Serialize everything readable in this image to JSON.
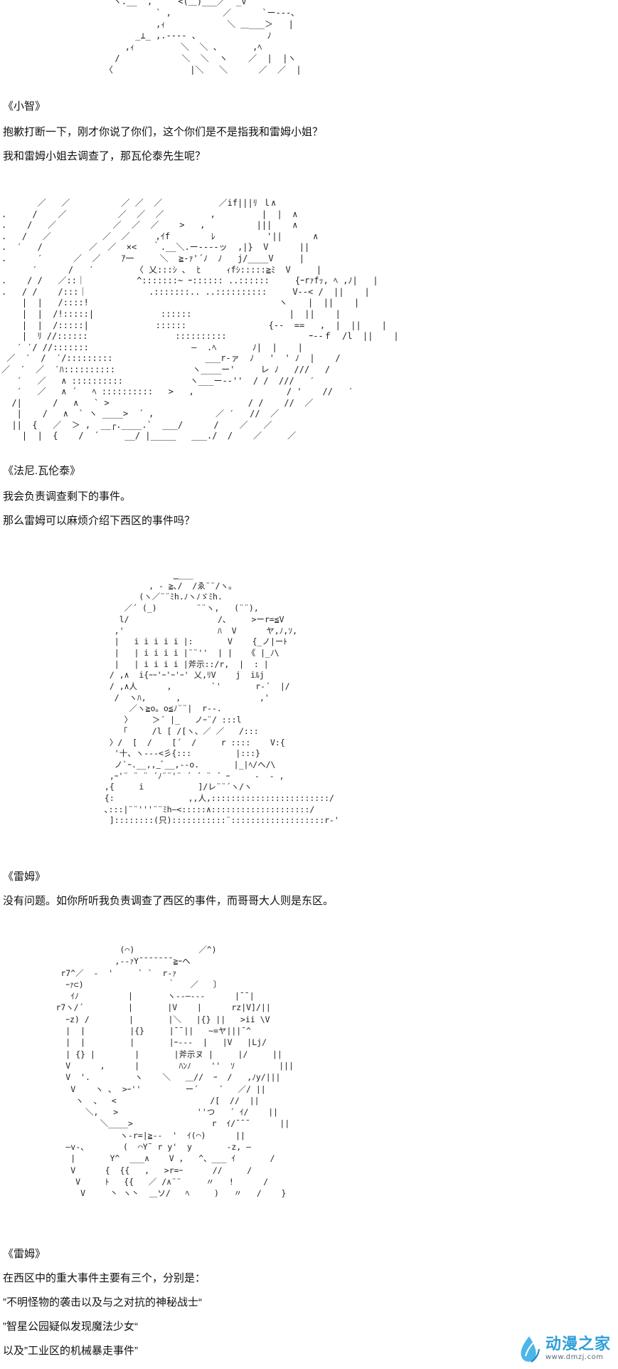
{
  "aa_art": {
    "top": "    ￣ヽ.__ ’,     <(＿)___／  _V´￣\n              ` ,          ／      `ー---､\n              ,ｨ            ＼ ＿___＞   |\n          _⊥_ ,.---- 、             ﾉ\n        ,ｨ         ＼  ＼ 、      ,ﾍ\n      /            ＼  ＼  ヽ    ／  |  |ヽ\n    〈               |＼   ＼      ／  ／  |",
    "mid1": "       ／   ／          ／ ／  ／           ／if|||ﾘ ｌ∧\n.     /    ／          ／  ／  ／         ,         |  |  ∧\n.    /   ／           ／  ／  ／    >   ,          |||    ∧\n.   /   ／          ／  ／     ,ｲf        ﾚ          '||      ∧\n.  ′   /         ／  ／  ×<   ｀.__＼.ー----ッ  ,|}  V      ||\n.      ′      ／  ／    ｱ一     ＼  ≧-ｧ'´ﾉ  ﾉ   j/____V     |\n      ′      /   ′        〈 乂:::ｼ ､  ﾋ     ｨfｼ:::::≧ﾐ  V     |\n.    / /   ／::｜          ^:::::::~ ｰ:::::: ..::::::     {ｰrｧfｯ, ﾍ ,ﾉ|   |\n.   / /    /:::｜            .:::::::.. ..::::::::::     V-‐< /  ||    |\n    |  |   /::::!                                     ヽ    |  ||    |\n    |  |  /!:::::|             ::::::                   |  ||    |\n    |  |  /:::::|             ::::::                {--  ==   ,  |  ||    |\n    |  ﾘ //::::::                 ::::::::::                ｰ--ｆ  /l  ||    |\n   ′ ′/ //:::::::                    ―  .ﾍ       ﾉ|  |    |\n ／  ′  /  ′/:::::::::                  ___r-ァ  ﾉ   '  ' ﾉ  |    /\n／  ′  ／  ′ﾊ::::::::::               ヽ____ー'     レ ﾉ   ///   /\n   ′   ／   ∧ ::::::::::             ヽ___ー--''  / /  ///   ′\n   ′   ／   ∧ ´   ﾍ ::::::::::   >   ,                  / '    //   ′\n  /|      /   ∧   ` >                           / /    //  ／\n   |    /   ∧  ` ヽ ____>  ´ ,            ／ ′   //  ／\n  ||  {   ／  ＞ ,  __┌.____.`  ___/      /    ／   ／\n    |  |  {    /  ´     __/ |_____   ___./  /    ／     ／",
    "mid2": "               ‗___\n          , ‐ ≧､/  /ゑ¨¨/ヽ。\n        (ヽ／¨¨ﾐh.ﾉヽﾉゞﾐh.\n     ／´ (_)        ¨¨ヽ,   (¨¨),\n    l/                  /､     >ーr=≦V\n   ,'                   ﾊ  V      ヤ,ﾉ,ｿ,\n   |   i i i i i |:       V    {_ノ|ーﾄ\n   |   | i i i i |¨¨''  | |   《 |_ﾉ\\\n   |   | i i i i |斧示::/r,  |  : |\n  / ,∧  i{ｰｰ'ｰ'ｰ'ｰ' 乂,ﾘV    j  iﾙj\n  / ,∧人      ,        `'       r-´  |/\n   /  ヽﾊ,      ,                ,'\n      ／ヽ≧o。o≦ﾉ¨¨|  r-‐.\n     〉    ＞´ |_   ノｰ¨/ :::l\n    「     /l [ /[ヽ、／ ／   /:::\n  〉/  [  /    [´  /     r ::::    V:{\n   '十、ヽ--‐<彡{:::         |:::}\n   ノ`ｰ.__,,_ﾞ__,--o.       |_|ﾍ/ヘ/\\\n  ,ｰ'¨ ¨ ¨ ´ﾉ¨¨'¨ ´ ´ ¨ ´ ｰ     -  - ,\n ,{     i           ]/レ¨¨´ヽ/ヽ\n {:               ,,人,::::::::::::::::::::::::/\n ､:::|¨¨'''¨¨ﾐh―<:::::∧::::::::::::::::::::/\n  ]::::::::(只):::::::::::¨:::::::::::::::::::r-'",
    "bot": "                    (⌒)             ／^)\n                   ,‐-ｧY¯¯¯¯¯¯¯≧ｰヘ\n        r7^／  ‐  '     ` `  r-ｧ\n         ｰｧ⊂)                 ｀   ／   〕\n          ｲﾉ          |       ヽ--―‐‐‐      |¯¯|\n       r7ヽ/´         |       |V    |      rz|V]/||\n         ｰz) /        |       |＼   |{} ||   >ii \\V\n         |  |         |{}     |¯¯||   ~=ヤ|||¯^\n         |  |         |       |ｰ‐‐‐  |   |V   |Lj/\n         | {} |        |       |斧示ヌ |     |/     ||\n         V      ,      |        ﾊﾝﾉ    ''  ｿ         |||\n         V  '.         ヽ    ＼   ＿//  ｰ  /   ,ﾉy/|||\n          V    ヽ ､  >ｰ''         ー´    ´   ／/ ||\n           ヽ  、  <                   /[  //  ||\n             ＼,   >                ''つ   ´ ｲ/    ||\n                ＼____>                r  ｲ/¯¯¯      ||\n                    ヽ‐r=|≧--  '  ｲ(⌒)      ||\n         ―v-、       (  ⌒Y¯ r y'  y       -z, ―\n          |       Y^  ___∧    V ,   ^、___ ｲ       /\n          V      {  {{   ,   >r=ｰ      //     /\n           V     ﾄ   {{   ／ /∧¨¨     〃   !      /\n            V     丶 ヽ丶  ＿ソ/   ﾍ     )   〃   /    }"
  },
  "dialogue": [
    {
      "kind": "speaker",
      "text": "《小智》"
    },
    {
      "kind": "line",
      "text": "抱歉打断一下，刚才你说了你们，这个你们是不是指我和雷姆小姐？"
    },
    {
      "kind": "line",
      "text": "我和雷姆小姐去调查了，那瓦伦泰先生呢？"
    },
    {
      "kind": "speaker",
      "text": "《法尼.瓦伦泰》"
    },
    {
      "kind": "line",
      "text": "我会负责调查剩下的事件。"
    },
    {
      "kind": "line",
      "text": "那么雷姆可以麻烦介绍下西区的事件吗？"
    },
    {
      "kind": "speaker",
      "text": "《雷姆》"
    },
    {
      "kind": "line",
      "text": "没有问题。如你所听我负责调查了西区的事件，而哥哥大人则是东区。"
    },
    {
      "kind": "speaker",
      "text": "《雷姆》"
    },
    {
      "kind": "line",
      "text": "在西区中的重大事件主要有三个，分别是："
    },
    {
      "kind": "line",
      "text": "”不明怪物的袭击以及与之对抗的神秘战士“"
    },
    {
      "kind": "line",
      "text": "”智星公园疑似发现魔法少女“"
    },
    {
      "kind": "line",
      "text": "以及”工业区的机械暴走事件”"
    }
  ],
  "watermark": {
    "name": "动漫之家",
    "url": "www.dmzj.com",
    "accent": "#2f9fd8",
    "icon": "leaf-drop-icon"
  }
}
